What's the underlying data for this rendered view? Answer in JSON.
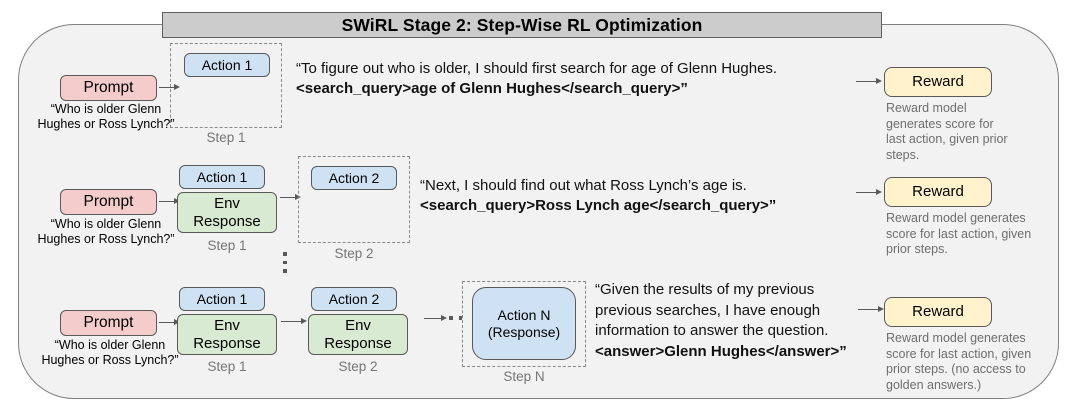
{
  "title": "SWiRL Stage 2: Step-Wise RL Optimization",
  "labels": {
    "prompt": "Prompt",
    "action_1": "Action 1",
    "action_2": "Action 2",
    "action_n": "Action N (Response)",
    "env_response": "Env Response",
    "reward": "Reward",
    "step_1": "Step 1",
    "step_2": "Step 2",
    "step_n": "Step N"
  },
  "prompt_caption": "“Who is older Glenn Hughes or Ross Lynch?”",
  "rows": [
    {
      "quote_regular": "“To figure out who is older, I should first search for age of Glenn Hughes.",
      "quote_bold": "<search_query>age of Glenn Hughes</search_query>”",
      "reward_caption": "Reward model generates score for last action, given prior steps."
    },
    {
      "quote_regular": "“Next, I should find out what Ross Lynch’s age is.",
      "quote_bold": "<search_query>Ross Lynch age</search_query>”",
      "reward_caption": "Reward model generates score for last action, given prior steps."
    },
    {
      "quote_regular": "“Given the results of my previous previous searches, I have enough information to answer the question.",
      "quote_bold": "<answer>Glenn Hughes</answer>”",
      "reward_caption": "Reward model generates score for last action, given prior steps. (no access to golden answers.)"
    }
  ],
  "colors": {
    "prompt_fill": "#f4cccc",
    "action_fill": "#cfe2f3",
    "env_fill": "#d9ead3",
    "reward_fill": "#fff2cc",
    "title_fill": "#cccccc",
    "canvas_fill": "#f2f2f2"
  }
}
